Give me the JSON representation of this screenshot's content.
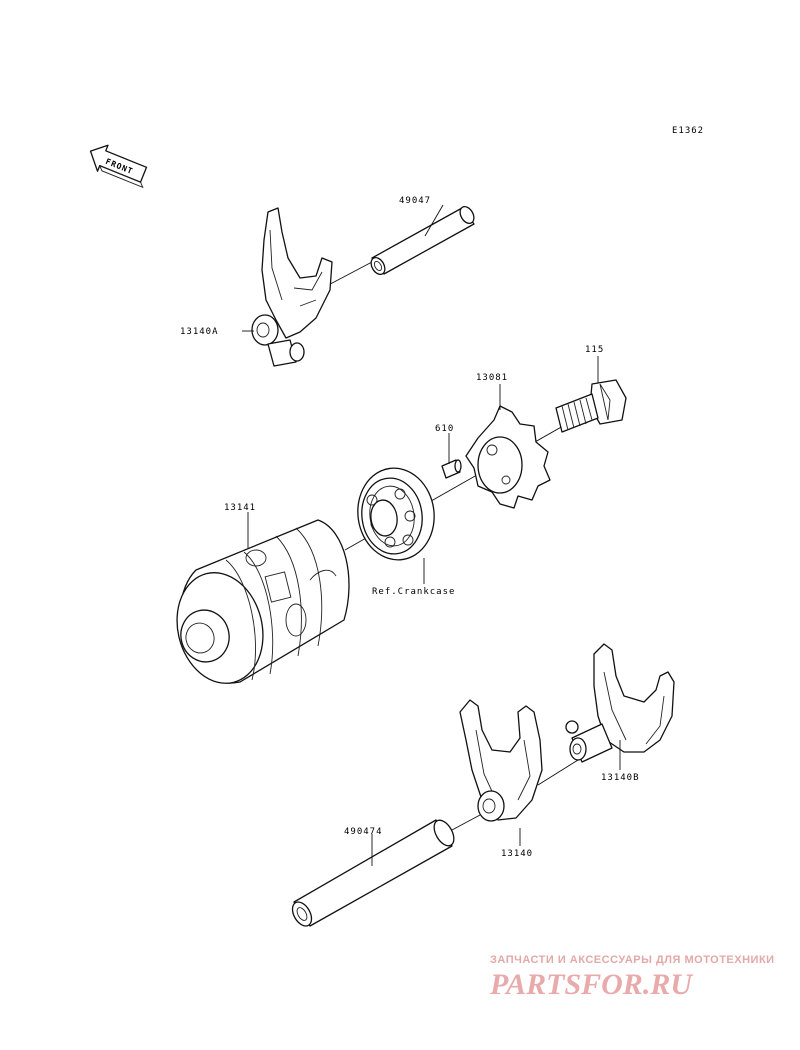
{
  "diagram_code": "E1362",
  "front_label": "FRONT",
  "parts": [
    {
      "id": "49047"
    },
    {
      "id": "13140A"
    },
    {
      "id": "115"
    },
    {
      "id": "13081"
    },
    {
      "id": "610"
    },
    {
      "id": "13141"
    },
    {
      "id": "Ref.Crankcase"
    },
    {
      "id": "13140B"
    },
    {
      "id": "490474"
    },
    {
      "id": "13140"
    }
  ],
  "watermark": {
    "subtitle": "ЗАПЧАСТИ И АКСЕССУАРЫ ДЛЯ МОТОТЕХНИКИ",
    "brand": "PARTSFOR.RU"
  }
}
